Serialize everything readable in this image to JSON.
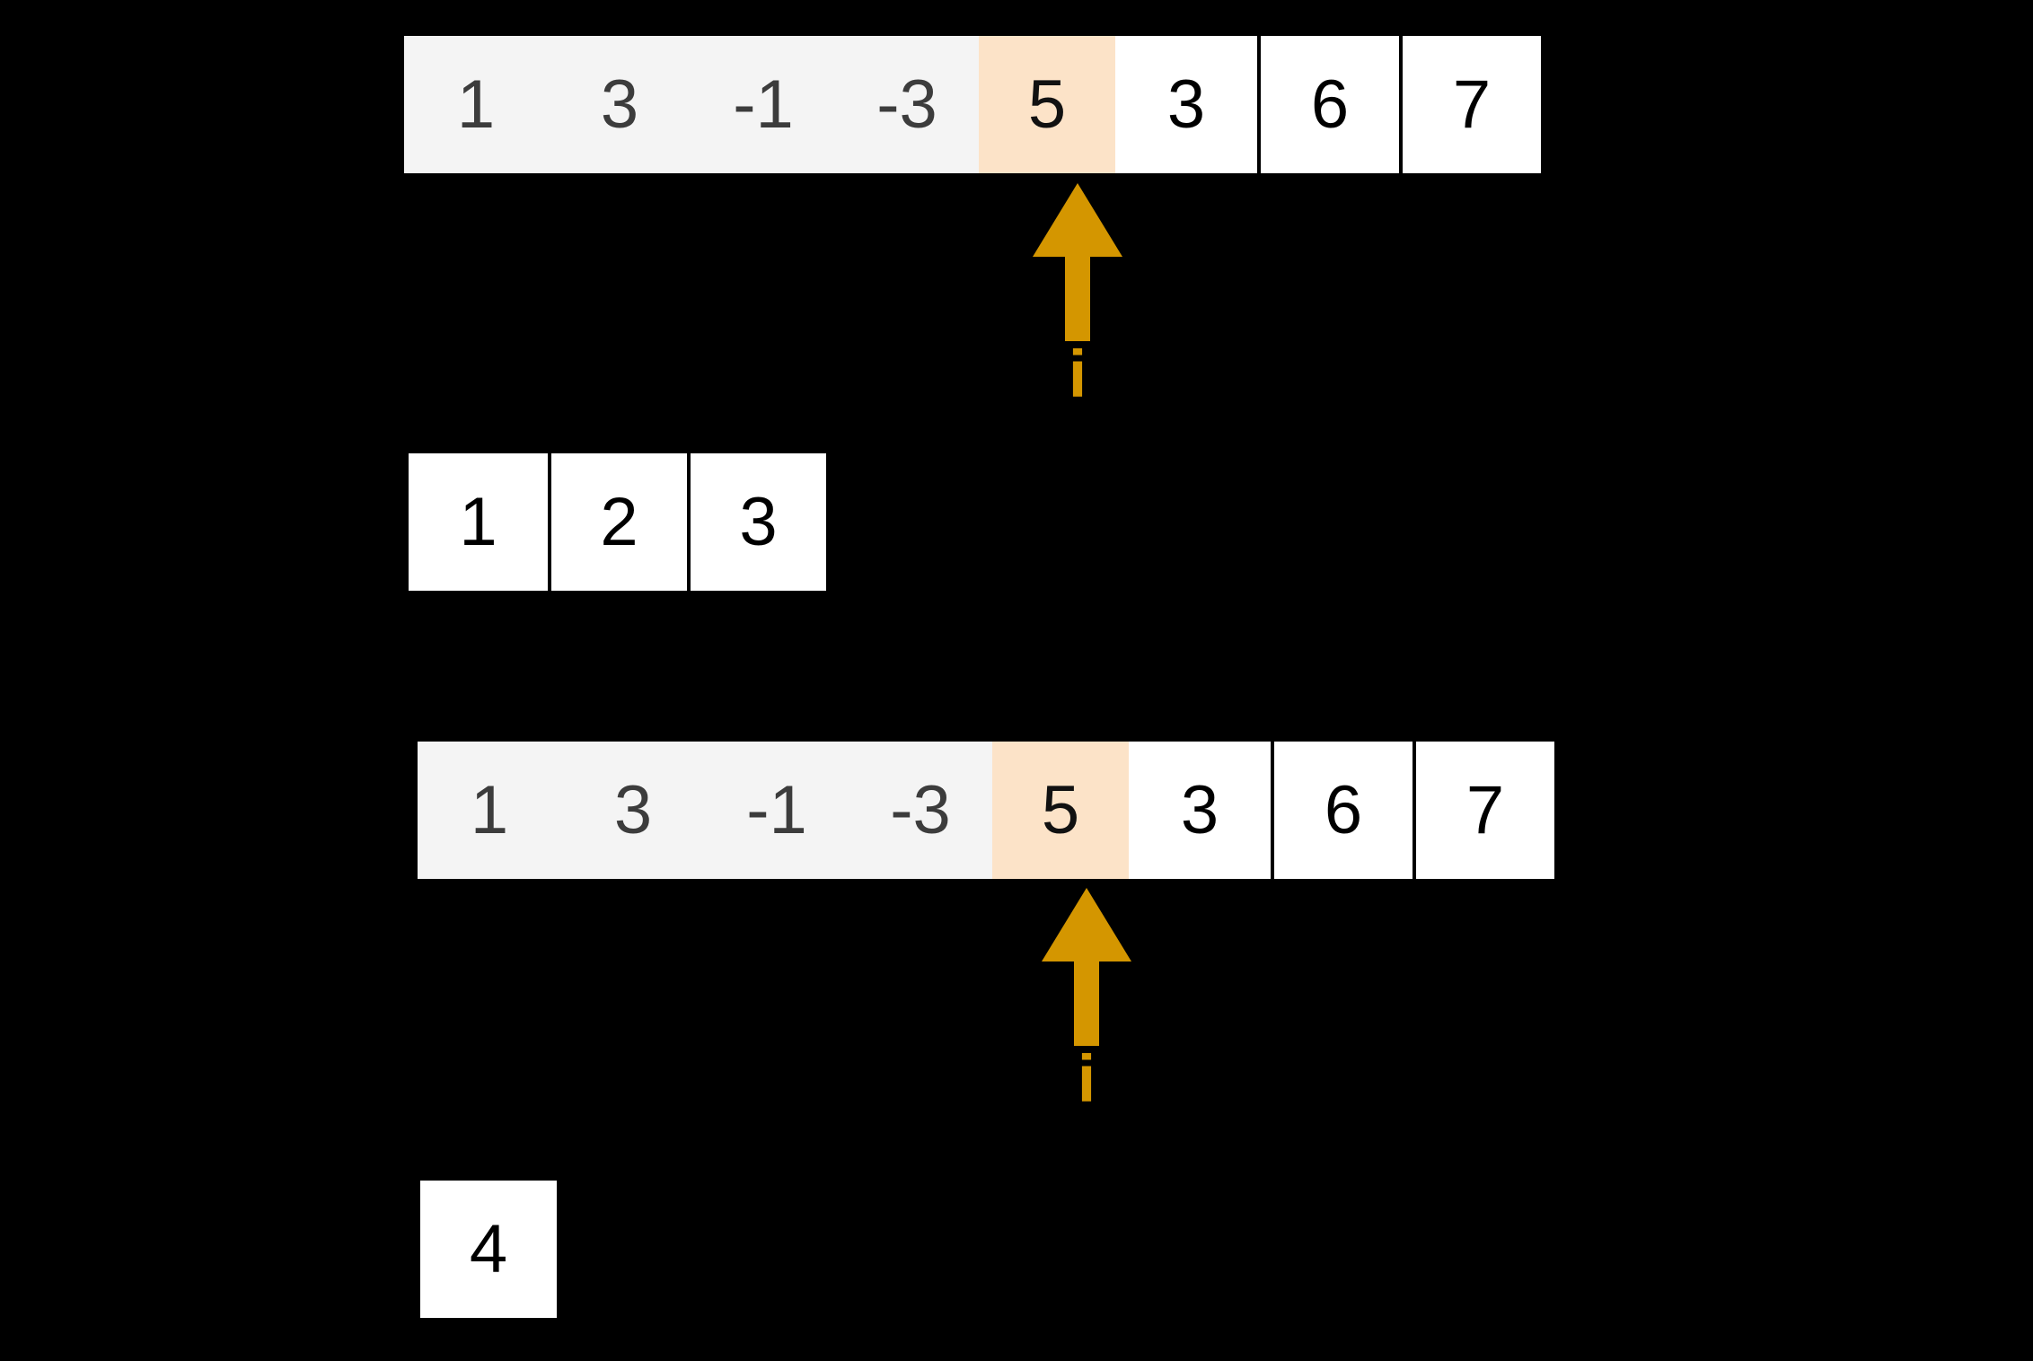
{
  "diagram": {
    "background_color": "#000000",
    "palette": {
      "prefix_band_bg": "#F4F4F4",
      "prefix_text": "#3C3C3C",
      "highlight_bg": "#FCE3C8",
      "highlight_text": "#111111",
      "cell_bg": "#FFFFFF",
      "cell_text": "#000000",
      "cell_border": "#000000",
      "pointer_color": "#D49600"
    },
    "steps": [
      {
        "name": "step-one",
        "array": {
          "prefix_values": [
            "1",
            "3",
            "-1",
            "-3"
          ],
          "highlight_value": "5",
          "suffix_values": [
            "3",
            "6",
            "7"
          ]
        },
        "pointer_label": "i",
        "result": {
          "name": "result-array",
          "values": [
            "1",
            "2",
            "3"
          ]
        }
      },
      {
        "name": "step-two",
        "array": {
          "prefix_values": [
            "1",
            "3",
            "-1",
            "-3"
          ],
          "highlight_value": "5",
          "suffix_values": [
            "3",
            "6",
            "7"
          ]
        },
        "pointer_label": "i",
        "result": {
          "name": "result-value",
          "values": [
            "4"
          ]
        }
      }
    ]
  }
}
